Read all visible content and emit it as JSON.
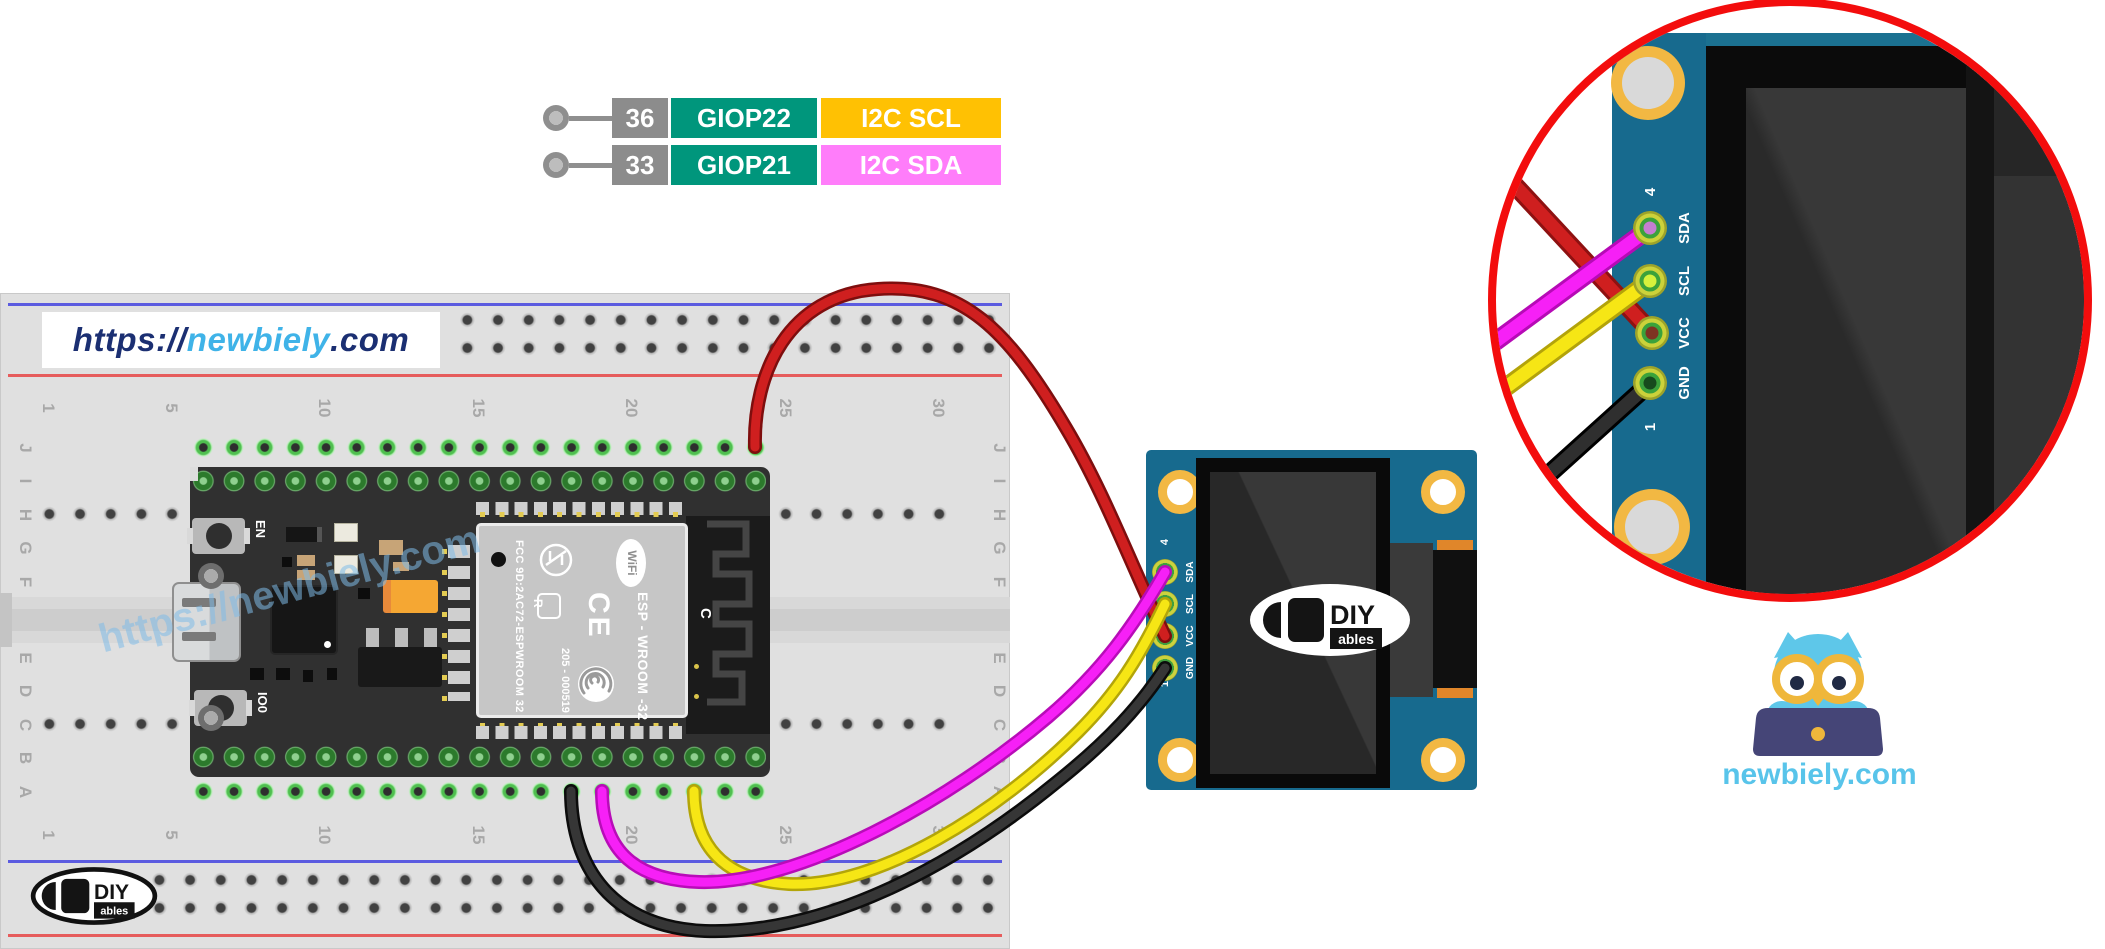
{
  "pin_table": {
    "rows": [
      {
        "pin": "36",
        "gpio": "GIOP22",
        "function": "I2C SCL"
      },
      {
        "pin": "33",
        "gpio": "GIOP21",
        "function": "I2C SDA"
      }
    ]
  },
  "breadboard": {
    "url_prefix": "https://",
    "url_name": "newbiely",
    "url_suffix": ".com",
    "watermark": "https://newbiely.com",
    "numbers": [
      "1",
      "5",
      "10",
      "15",
      "20",
      "25",
      "30"
    ],
    "letters_top": [
      "J",
      "I",
      "H",
      "G",
      "F"
    ],
    "letters_bottom": [
      "E",
      "D",
      "C",
      "B",
      "A"
    ]
  },
  "esp32": {
    "en_label": "EN",
    "io0_label": "IO0",
    "fcc_line": "FCC 9D:2AC72-ESPWROOM 32",
    "serial_line": "205 - 000519",
    "model_line": "ESP - WROOM -32",
    "wifi_label": "WiFi",
    "ce_label": "CE",
    "r_label": "R",
    "antenna_label": "C"
  },
  "oled": {
    "pin_top": "4",
    "pin_bottom": "1",
    "pins": [
      "SDA",
      "SCL",
      "VCC",
      "GND"
    ]
  },
  "inset": {
    "pin_top": "4",
    "pin_bottom": "1",
    "pins": [
      "SDA",
      "SCL",
      "VCC",
      "GND"
    ]
  },
  "diyables": {
    "name": "DIY",
    "suffix": "ables"
  },
  "newbiely": {
    "site": "newbiely.com"
  },
  "wires": {
    "scl_color": "#f6e615",
    "sda_color": "#f620f6",
    "vcc_color": "#cf1f1f",
    "gnd_color": "#2f2f2f"
  },
  "colors": {
    "gpio_box": "#00967c",
    "scl_box": "#ffc103",
    "sda_box": "#ff7dfa",
    "pin_box": "#8c8c8c",
    "oled_pcb": "#176a8e",
    "magnifier_ring": "#f30d0d"
  }
}
